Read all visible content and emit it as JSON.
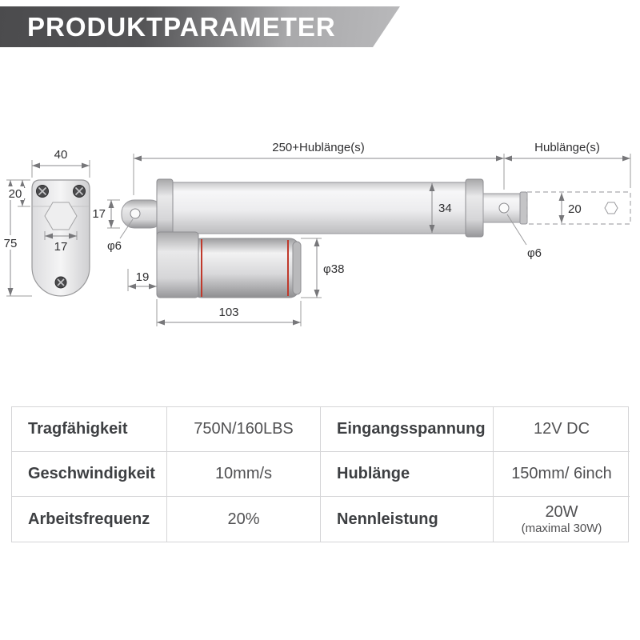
{
  "header": {
    "title": "PRODUKTPARAMETER"
  },
  "colors": {
    "banner_dark": "#4b4b4d",
    "banner_light": "#b9b9bb",
    "accent_red": "#c0392b",
    "dimension_line": "#8a8a8c"
  },
  "diagram": {
    "labels": {
      "total_length": "250+Hublänge(s)",
      "stroke_length": "Hublänge(s)",
      "front_width": "40",
      "front_top_offset": "20",
      "front_height": "75",
      "front_hex_width": "17",
      "bracket_height": "17",
      "bracket_hole_dia": "φ6",
      "tube_height": "34",
      "rod_height": "20",
      "rod_hole_dia": "φ6",
      "motor_dia": "φ38",
      "motor_length": "103",
      "gear_offset": "19"
    }
  },
  "table": {
    "rows": [
      {
        "c0": "Tragfähigkeit",
        "c1": "750N/160LBS",
        "c2": "Eingangsspannung",
        "c3": "12V DC"
      },
      {
        "c0": "Geschwindigkeit",
        "c1": "10mm/s",
        "c2": "Hublänge",
        "c3": "150mm/ 6inch"
      },
      {
        "c0": "Arbeitsfrequenz",
        "c1": "20%",
        "c2": "Nennleistung",
        "c3": "20W",
        "c3_note": "(maximal 30W)"
      }
    ]
  }
}
